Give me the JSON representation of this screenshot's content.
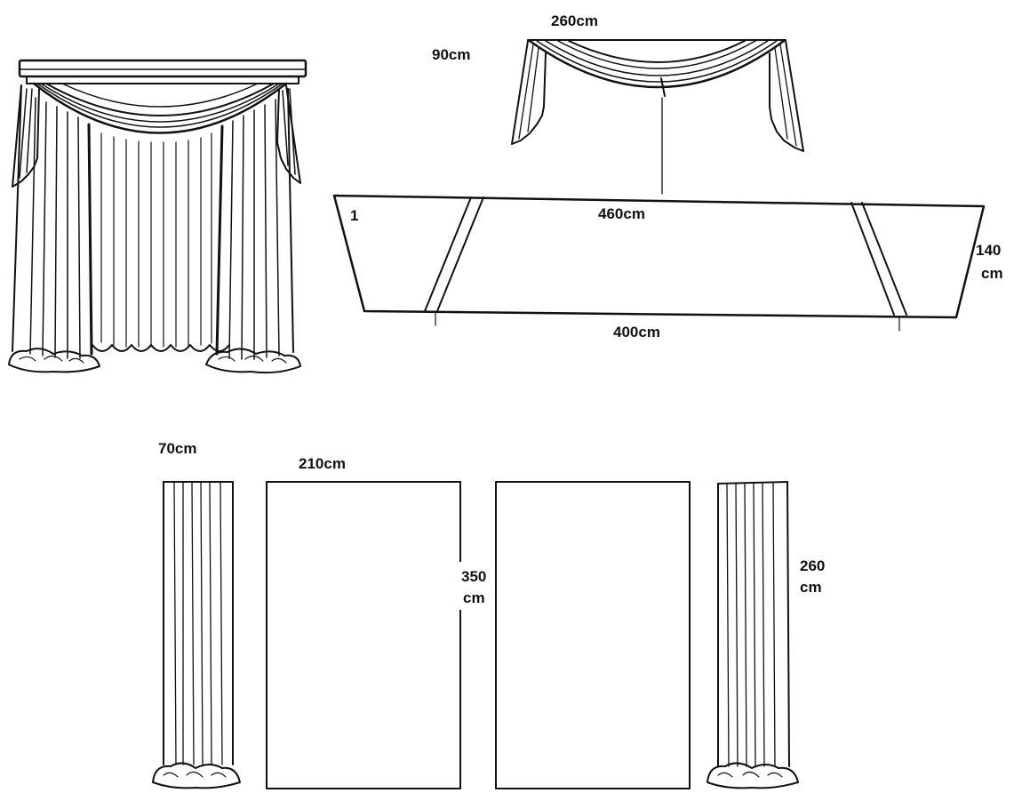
{
  "diagram": {
    "colors": {
      "ink": "#111111",
      "paper": "#ffffff"
    },
    "swag": {
      "width_label": "260cm",
      "drop_label": "90cm"
    },
    "swag_pattern": {
      "number": "1",
      "top_label": "460cm",
      "bottom_label": "400cm",
      "height_label_line1": "140",
      "height_label_line2": "cm"
    },
    "jabot": {
      "width_label": "70cm"
    },
    "main_panel": {
      "width_label": "210cm",
      "height_label_line1": "350",
      "height_label_line2": "cm"
    },
    "side_panel": {
      "height_label_line1": "260",
      "height_label_line2": "cm"
    }
  }
}
